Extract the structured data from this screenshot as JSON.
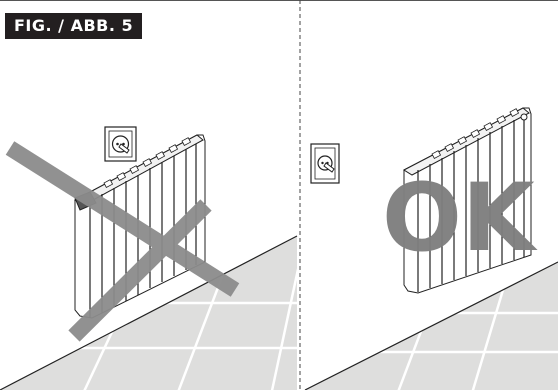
{
  "figure": {
    "label": "FIG. / ABB. 5"
  },
  "panels": {
    "left": {
      "verdict_mark": "cross",
      "verdict_color": "#8c8c8c"
    },
    "right": {
      "verdict_text": "OK",
      "verdict_color": "#7f7f7f"
    }
  },
  "colors": {
    "floor": "#dededd",
    "grout": "#ffffff",
    "line": "#222222",
    "frame": "#555555"
  }
}
